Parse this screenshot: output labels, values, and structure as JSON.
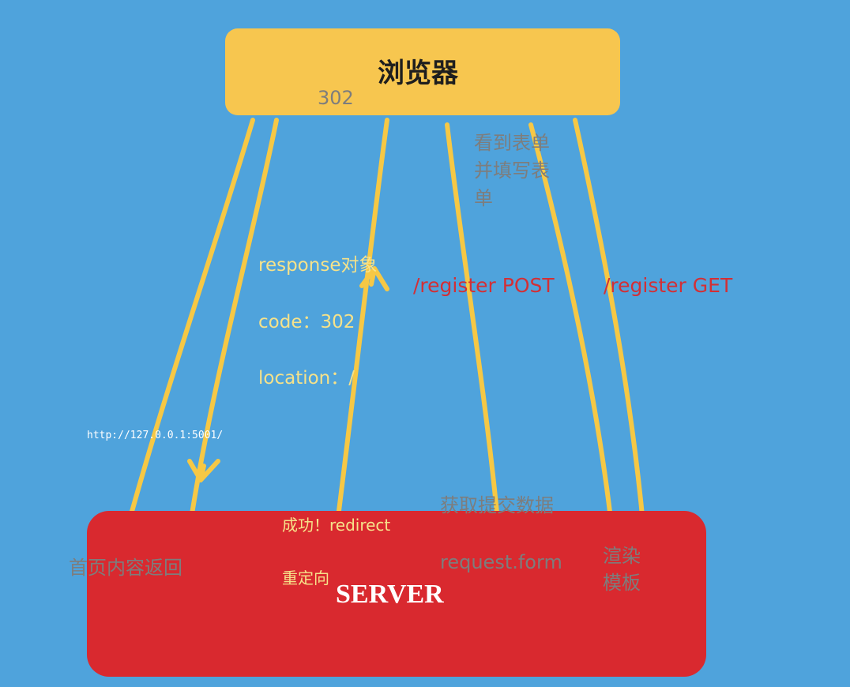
{
  "colors": {
    "background": "#4fa3dc",
    "browser_box": "#f7c64f",
    "server_box": "#d9292f",
    "arrow_stroke": "#f6c845",
    "label_gray": "#7d7d7d",
    "label_yellow": "#f6e28a",
    "label_red": "#d32f35",
    "label_white": "#ffffff"
  },
  "browser": {
    "title": "浏览器"
  },
  "server": {
    "title": "SERVER"
  },
  "labels": {
    "status_302": "302",
    "see_form": "看到表单并填写表单",
    "register_post": "/register POST",
    "register_get": "/register GET",
    "response_obj": "response对象",
    "code": "code：302",
    "location": "location：/",
    "url": "http://127.0.0.1:5001/",
    "success_redirect": "成功！redirect",
    "redirect_cn": "重定向",
    "get_data": "获取提交数据",
    "request_form": "request.form",
    "render_template": "渲染模板",
    "home_return": "首页内容返回"
  }
}
